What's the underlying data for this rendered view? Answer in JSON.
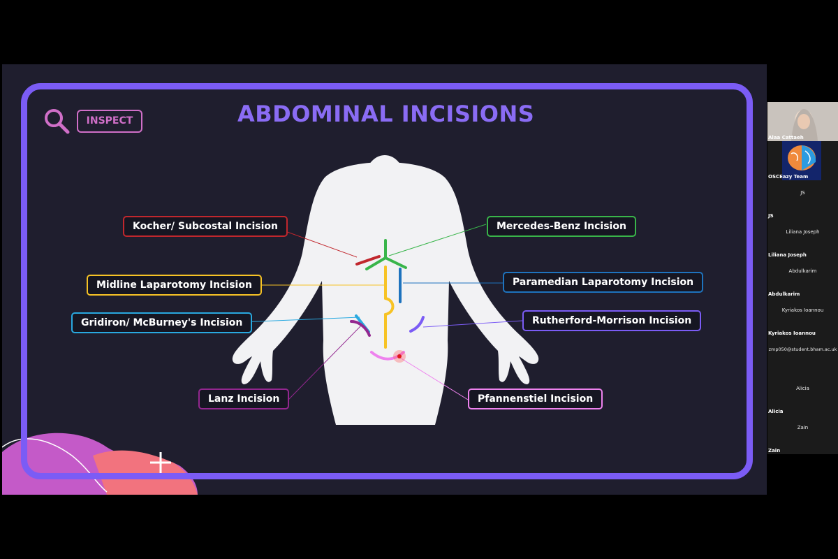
{
  "slide": {
    "title": "ABDOMINAL INCISIONS",
    "inspect_label": "INSPECT",
    "colors": {
      "frame": "#7b5cf5",
      "background": "#1f1e2e",
      "accent": "#d06fc8"
    },
    "labels": {
      "kocher": {
        "text": "Kocher/ Subcostal Incision",
        "color": "#c1272d"
      },
      "mercedes": {
        "text": "Mercedes-Benz Incision",
        "color": "#39b54a"
      },
      "midline": {
        "text": "Midline Laparotomy Incision",
        "color": "#f7c325"
      },
      "paramedian": {
        "text": "Paramedian Laparotomy Incision",
        "color": "#1e73be"
      },
      "gridiron": {
        "text": "Gridiron/ McBurney's Incision",
        "color": "#29a9e0"
      },
      "rutherford": {
        "text": "Rutherford-Morrison Incision",
        "color": "#7b5cf5"
      },
      "lanz": {
        "text": "Lanz Incision",
        "color": "#93278f"
      },
      "pfannenstiel": {
        "text": "Pfannenstiel Incision",
        "color": "#ee82ee"
      }
    }
  },
  "gallery": {
    "participants": [
      {
        "name": "Alaa Cattaeh",
        "center": "",
        "video": "person"
      },
      {
        "name": "OSCEazy Team",
        "center": "",
        "video": "brain-logo"
      },
      {
        "name": "JS",
        "center": "JS"
      },
      {
        "name": "Liliana Joseph",
        "center": "Liliana Joseph"
      },
      {
        "name": "Abdulkarim",
        "center": "Abdulkarim"
      },
      {
        "name": "Kyriakos Ioannou",
        "center": "Kyriakos Ioannou"
      },
      {
        "name": "",
        "center": "zmp050@student.bham.ac.uk"
      },
      {
        "name": "Alicia",
        "center": "Alicia"
      },
      {
        "name": "Zain",
        "center": "Zain"
      }
    ]
  }
}
